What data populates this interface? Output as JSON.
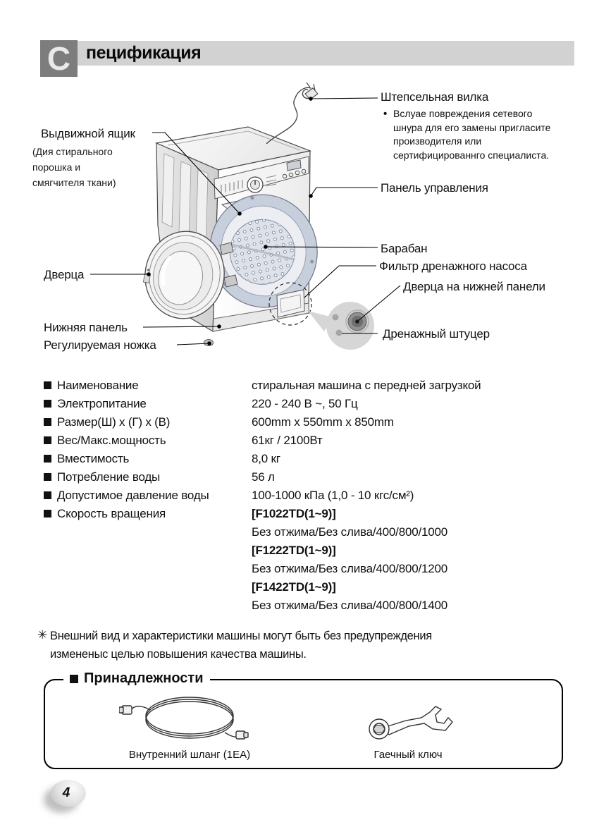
{
  "header": {
    "letter": "C",
    "title": "пецификация"
  },
  "colors": {
    "header_block_gray": "#7d7d7d",
    "header_bar_gray": "#d2d2d2",
    "porthole_ring_blue_gray": "#c7cedc"
  },
  "diagram": {
    "plug": {
      "title": "Штепсельная вилка",
      "note_lines": [
        "Вслуае повреждения сетевого",
        "шнура для его замены пригласите",
        "производителя или",
        "сертифицированнго специалиста."
      ]
    },
    "drawer": {
      "title": "Выдвижной ящик",
      "sub_lines": [
        "(Дия стирального",
        "порошка и",
        "смягчителя ткани)"
      ]
    },
    "labels": {
      "control_panel": "Панель управления",
      "drum": "Барабан",
      "drain_filter": "Фильтр дренажного насоса",
      "lower_door": "Дверца на нижней панели",
      "drain_spout": "Дренажный штуцер",
      "door": "Дверца",
      "lower_panel": "Нижняя панель",
      "adjustable_foot": "Регулируемая ножка"
    }
  },
  "specs": {
    "rows": [
      {
        "label": "Наименование",
        "value": "стиральная машина с передней загрузкой"
      },
      {
        "label": "Электропитание",
        "value": "220 - 240 В ~, 50 Гц"
      },
      {
        "label": "Размер(Ш) х (Г) х (В)",
        "value": "600mm x 550mm x 850mm"
      },
      {
        "label": "Вес/Макс.мощность",
        "value": "61кг / 2100Вт"
      },
      {
        "label": "Вместимость",
        "value": "8,0 кг"
      },
      {
        "label": "Потребление воды",
        "value": "56 л"
      },
      {
        "label": "Допустимое давление воды",
        "value": "100-1000 кПа (1,0 - 10 кгс/см²)"
      }
    ],
    "spin": {
      "label": "Скорость вращения",
      "models": [
        {
          "name": "[F1022TD(1~9)]",
          "value": "Без отжима/Без слива/400/800/1000"
        },
        {
          "name": "[F1222TD(1~9)]",
          "value": "Без отжима/Без слива/400/800/1200"
        },
        {
          "name": "[F1422TD(1~9)]",
          "value": "Без отжима/Без слива/400/800/1400"
        }
      ]
    }
  },
  "footnote": {
    "marker": "✳",
    "lines": [
      "Внешний вид и характеристики машины могут быть без предупреждения",
      "измененыс целью повышения качества машины."
    ]
  },
  "accessories": {
    "title": "Принадлежности",
    "items": [
      {
        "label": "Внутренний шланг (1EA)"
      },
      {
        "label": "Гаечный ключ"
      }
    ]
  },
  "page_number": "4"
}
